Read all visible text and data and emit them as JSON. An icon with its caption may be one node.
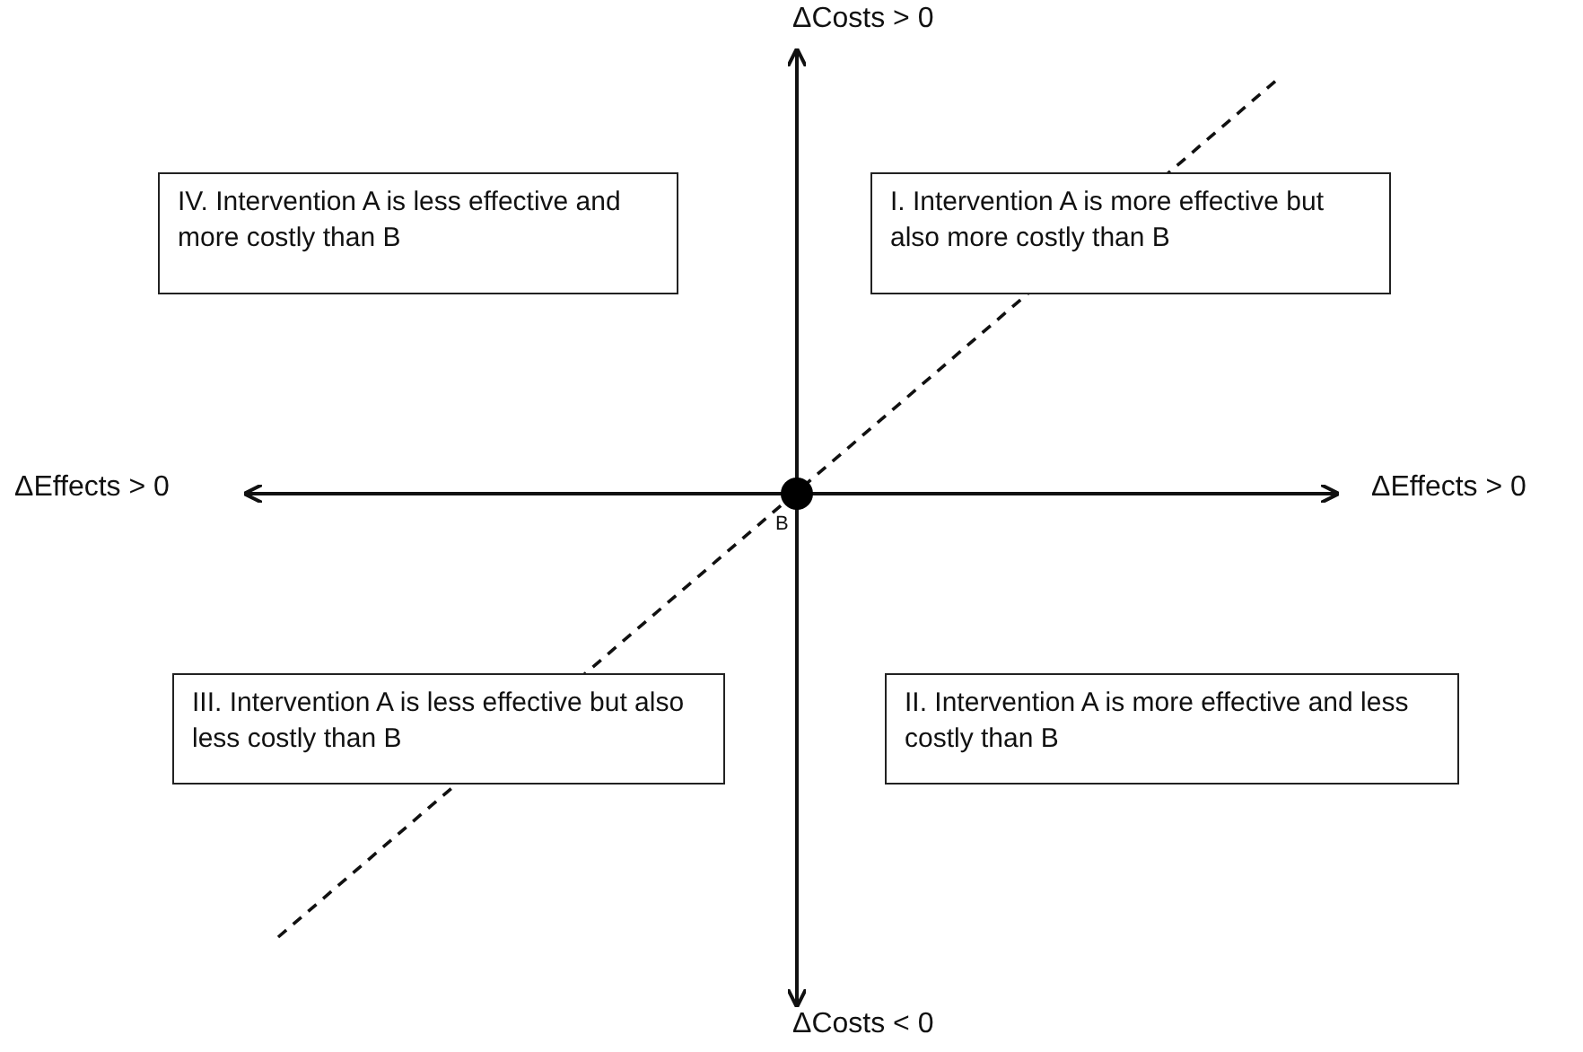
{
  "diagram": {
    "nodes": [
      {
        "text": [
          "IV. Intervention A is less effective and more costly than B"
        ]
      },
      {
        "text": [
          "I. Intervention A is more effective but also more costly than B"
        ]
      },
      {
        "text": [
          "III. Intervention A is less effective but also less costly than B"
        ]
      },
      {
        "text": [
          "II. Intervention A is more effective and less costly than B"
        ]
      }
    ],
    "labels": [
      "ΔCosts > 0",
      "ΔEffects > 0",
      "ΔEffects > 0",
      "B",
      "ΔCosts < 0"
    ]
  }
}
